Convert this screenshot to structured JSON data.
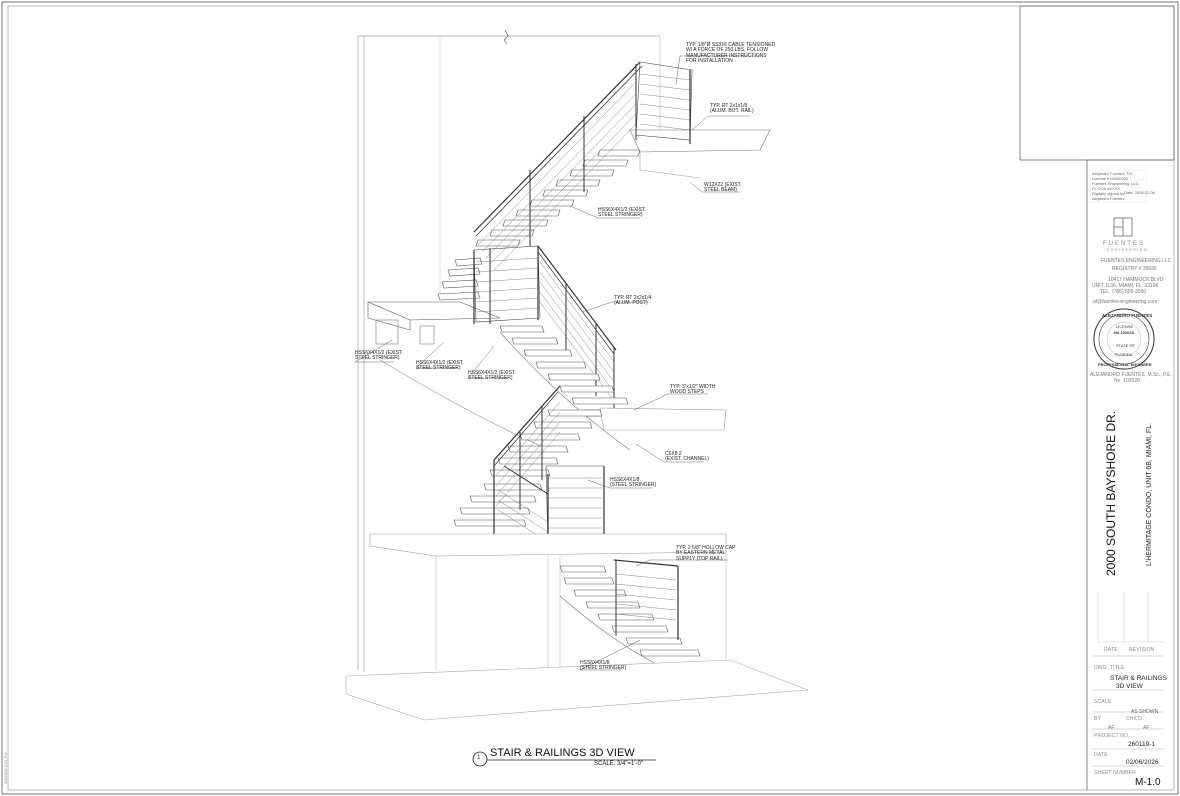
{
  "drawing": {
    "title": "STAIR & RAILINGS 3D VIEW",
    "scale": "SCALE: 3/4\"=1'-0\"",
    "view_number": "1"
  },
  "notes": {
    "cable": [
      "TYP. 1/8\"Ø SS316 CABLE TENSIONED",
      "W/ A FORCE OF 250 LBS. FOLLOW",
      "MANUFACTURER INSTRUCTIONS",
      "FOR INSTALLATION"
    ],
    "bot_rail": [
      "TYP. RT 2x1x1/8",
      "(ALUM. BOT. RAIL)"
    ],
    "w12x22": [
      "W12X22 (EXIST.",
      "STEEL BEAM)"
    ],
    "hss_top": [
      "HSS6X4X1/2 (EXIST.",
      "STEEL STRINGER)"
    ],
    "alum_post": [
      "TYP. RT 2x2x1/4",
      "(ALUM. POST)"
    ],
    "hss_left": [
      "HSS6X4X1/2 (EXIST.",
      "STEEL STRINGER)"
    ],
    "hss_mid1": [
      "HSS6X4X1/2 (EXIST.",
      "STEEL STRINGER)"
    ],
    "hss_mid2": [
      "HSS6X4X1/2 (EXIST.",
      "STEEL STRINGER)"
    ],
    "wood_steps": [
      "TYP. 3\"x1/2\" WIDTH",
      "WOOD STEPS"
    ],
    "channel": [
      "C6X8.2",
      "(EXIST. CHANNEL)"
    ],
    "hss_lower": [
      "HSS6X4X1/8",
      "(STEEL STRINGER)"
    ],
    "hollow_cap": [
      "TYP. 2 5/8\" HOLLOW CAP",
      "BY EASTERN METAL",
      "SUPPLY (TOP RAIL)"
    ],
    "hss_bottom": [
      "HSS6X4X1/8",
      "(STEEL STRINGER)"
    ]
  },
  "title_block": {
    "owner_block": [
      "Alejandro Fuentes, P.E.",
      "License # 00000000",
      "Fuentes Engineering, LLC",
      "FL COA #XXXX",
      "Digitally signed by",
      "Alejandro Fuentes",
      "Date: 2026.02.06"
    ],
    "firm_logo_word": "FUENTES",
    "firm_logo_sub": "ENGINEERING",
    "firm_name": "FUENTES ENGINEERING LLC",
    "registry": "REGISTRY # 35036",
    "address1": "10417 HAMMOCK BLVD",
    "address2": "UNIT 1136, MIAMI, FL. 33196",
    "tel": "TEL.       (786) 505-3050",
    "email": "af@fuentes-engineering.com",
    "seal_top": "ALEJANDRO FUENTES",
    "seal_license": "LICENSE",
    "seal_no": "No 102028",
    "seal_state": "STATE OF",
    "seal_florida": "FLORIDA",
    "seal_bottom": "PROFESSIONAL ENGINEER",
    "engineer": "ALEJANDRO FUENTES, M.Sc., P.E.",
    "engineer_no": "No. 102028",
    "project_name": "2000 SOUTH BAYSHORE DR.",
    "project_sub": "L'HERMITAGE CONDO, UNIT 6B, MIAMI, FL.",
    "date_col": "DATE",
    "revision_col": "REVISION",
    "dwg_title_label": "DWG. TITLE",
    "dwg_title_1": "STAIR & RAILINGS",
    "dwg_title_2": "3D VIEW",
    "scale_label": "SCALE",
    "scale_value": "AS SHOWN",
    "by_label": "BY",
    "chkd_label": "CHK'D",
    "by_value": "AF",
    "chkd_value": "AF",
    "project_no_label": "PROJECT NO.",
    "project_no": "260119-1",
    "date_label": "DATE",
    "date_value": "02/06/2026",
    "sheet_label": "SHEET NUMBER",
    "sheet_number": "M-1.0"
  },
  "side_stamp": "2/6/2026 3:01 PM"
}
